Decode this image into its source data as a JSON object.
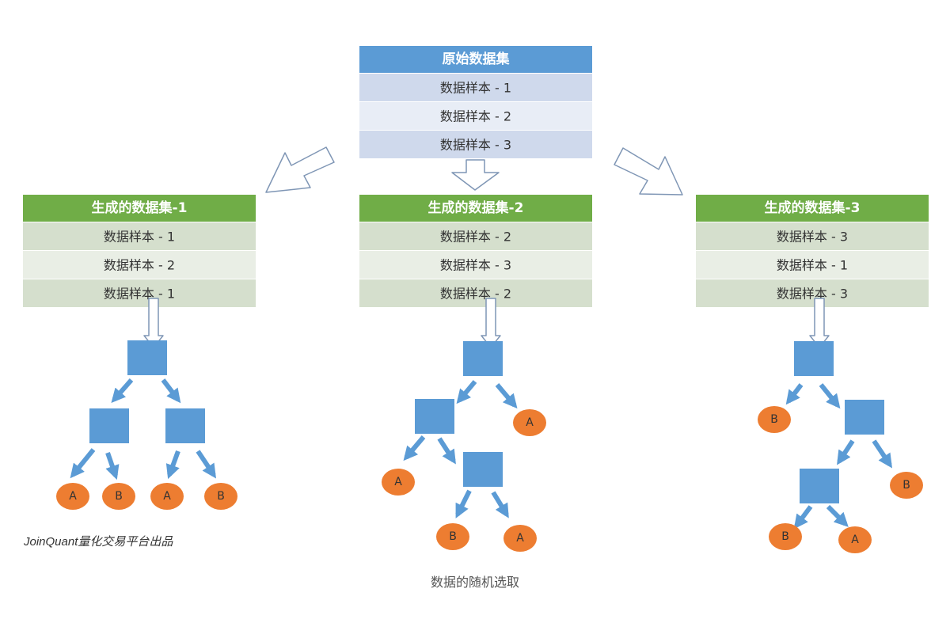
{
  "original": {
    "title": "原始数据集",
    "rows": [
      "数据样本 - 1",
      "数据样本 - 2",
      "数据样本 - 3"
    ]
  },
  "generated": [
    {
      "title": "生成的数据集-1",
      "rows": [
        "数据样本 - 1",
        "数据样本 - 2",
        "数据样本 - 1"
      ]
    },
    {
      "title": "生成的数据集-2",
      "rows": [
        "数据样本 - 2",
        "数据样本 - 3",
        "数据样本 - 2"
      ]
    },
    {
      "title": "生成的数据集-3",
      "rows": [
        "数据样本 - 3",
        "数据样本 - 1",
        "数据样本 - 3"
      ]
    }
  ],
  "trees": [
    {
      "leaves": [
        "A",
        "B",
        "A",
        "B"
      ]
    },
    {
      "leaves": [
        "A",
        "A",
        "B",
        "A"
      ]
    },
    {
      "leaves": [
        "B",
        "B",
        "B",
        "A"
      ]
    }
  ],
  "credit": "JoinQuant量化交易平台出品",
  "caption": "数据的随机选取",
  "colors": {
    "original_header": "#5b9bd5",
    "original_row_dark": "#cfd9ec",
    "original_row_light": "#e8edf6",
    "generated_header": "#70ad47",
    "generated_row_dark": "#d5dfcd",
    "generated_row_light": "#e9eee5",
    "node": "#5b9bd5",
    "leaf": "#ed7d31",
    "tree_arrow": "#5b9bd5",
    "outline_arrow": "#7f96b5"
  }
}
